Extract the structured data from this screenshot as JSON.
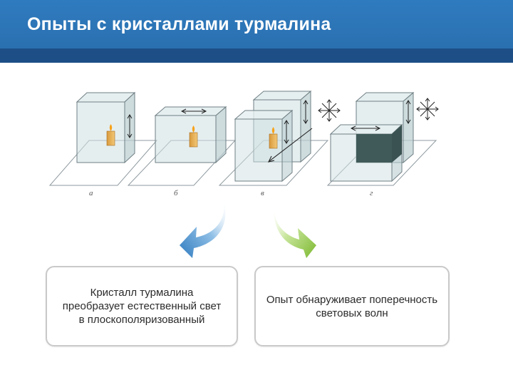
{
  "header": {
    "title": "Опыты с кристаллами турмалина"
  },
  "figure": {
    "panel_labels": [
      "а",
      "б",
      "в",
      "г"
    ]
  },
  "captions": {
    "left": "Кристалл турмалина преобразует естественный свет в плоскополяризованный",
    "right": "Опыт обнаруживает поперечность световых волн"
  },
  "colors": {
    "header_blue": "#2f7bbf",
    "header_band": "#1d4f86",
    "arrow_blue": "#3d86c6",
    "arrow_green": "#8cc63f"
  }
}
